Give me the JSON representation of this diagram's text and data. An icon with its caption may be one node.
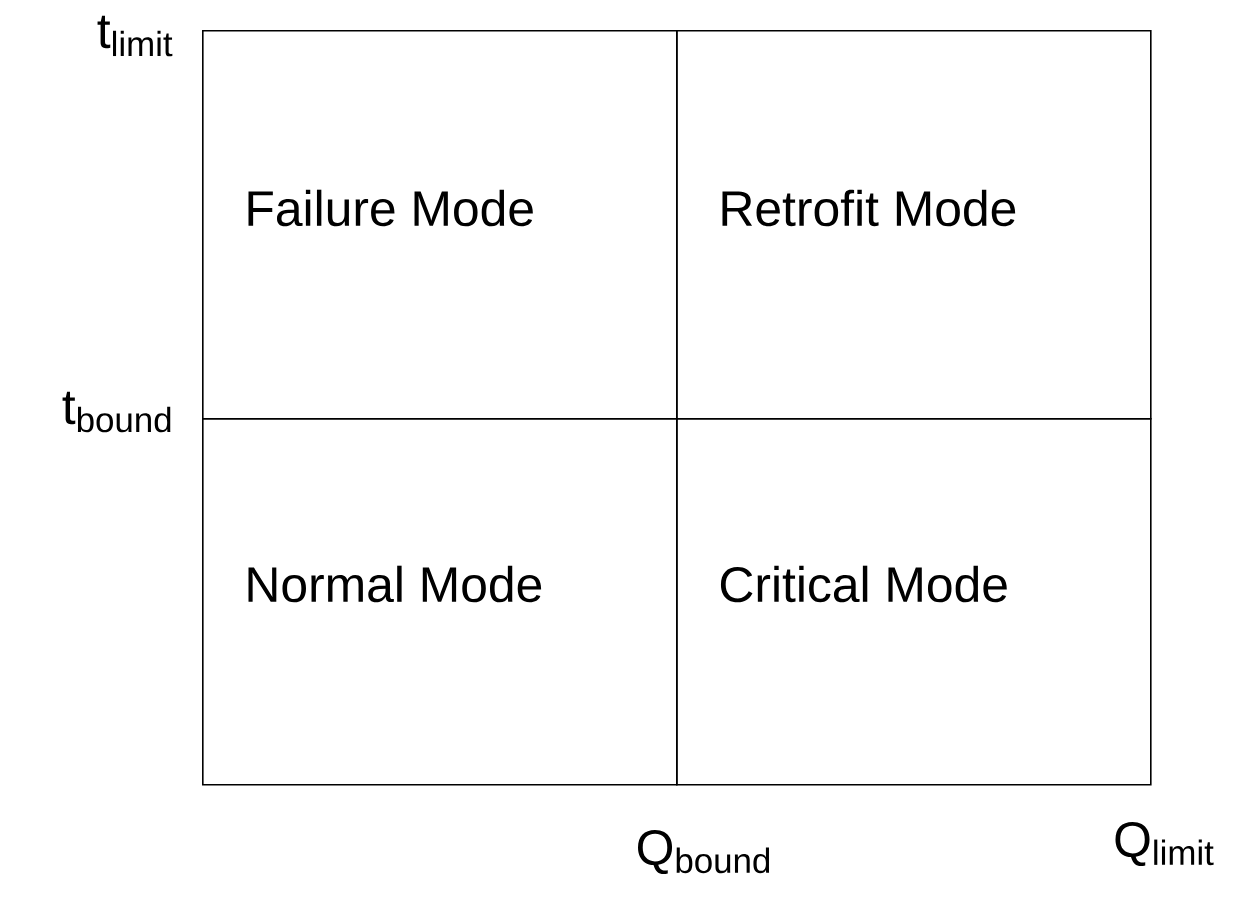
{
  "diagram": {
    "nodes": [
      {
        "text": [
          "Failure Mode"
        ]
      },
      {
        "text": [
          "Retrofit Mode"
        ]
      },
      {
        "text": [
          "Normal Mode"
        ]
      },
      {
        "text": [
          "Critical Mode"
        ]
      }
    ],
    "labels": [
      "t$_{limit}$",
      "t$_{bound}$",
      "Q$_{bound}$",
      "Q$_{limit}$"
    ]
  }
}
